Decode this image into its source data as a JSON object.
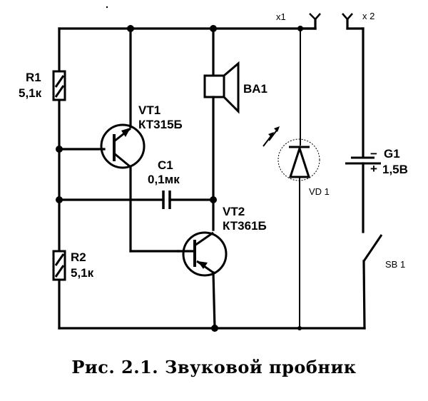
{
  "diagram": {
    "components": {
      "R1": {
        "ref": "R1",
        "value": "5,1к"
      },
      "R2": {
        "ref": "R2",
        "value": "5,1к"
      },
      "VT1": {
        "ref": "VT1",
        "part": "КТ315Б"
      },
      "VT2": {
        "ref": "VT2",
        "part": "КТ361Б"
      },
      "C1": {
        "ref": "C1",
        "value": "0,1мк"
      },
      "BA1": {
        "ref": "BA1"
      },
      "VD1": {
        "ref": "VD 1"
      },
      "G1": {
        "ref": "G1",
        "value": "1,5В",
        "minus": "−",
        "plus": "+"
      },
      "SB1": {
        "ref": "SB 1"
      },
      "X1": {
        "ref": "x1"
      },
      "X2": {
        "ref": "x 2"
      }
    },
    "caption": "Рис. 2.1. Звуковой пробник"
  }
}
